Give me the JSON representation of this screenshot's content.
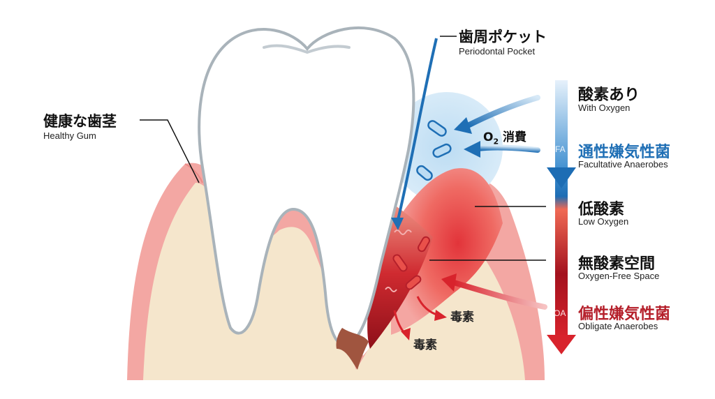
{
  "labels": {
    "pocket": {
      "jp": "歯周ポケット",
      "en": "Periodontal Pocket"
    },
    "healthy_gum": {
      "jp": "健康な歯茎",
      "en": "Healthy Gum"
    },
    "o2_consumption": {
      "prefix": "O",
      "sub": "2",
      "suffix": " 消費"
    },
    "toxin_1": "毒素",
    "toxin_2": "毒素"
  },
  "oxygen_scale": {
    "with_oxygen": {
      "jp": "酸素あり",
      "en": "With Oxygen"
    },
    "facultative": {
      "tag": "FA",
      "jp": "通性嫌気性菌",
      "en": "Facultative Anaerobes"
    },
    "low_oxygen": {
      "jp": "低酸素",
      "en": "Low Oxygen"
    },
    "oxygen_free": {
      "jp": "無酸素空間",
      "en": "Oxygen-Free Space"
    },
    "obligate": {
      "tag": "OA",
      "jp": "偏性嫌気性菌",
      "en": "Obligate Anaerobes"
    }
  },
  "colors": {
    "blue_accent": "#1f6fb5",
    "red_accent": "#b5202b",
    "gum_pink": "#f3a7a3",
    "bone_beige": "#f5e6cc",
    "tooth_outline": "#a9b3ba"
  }
}
